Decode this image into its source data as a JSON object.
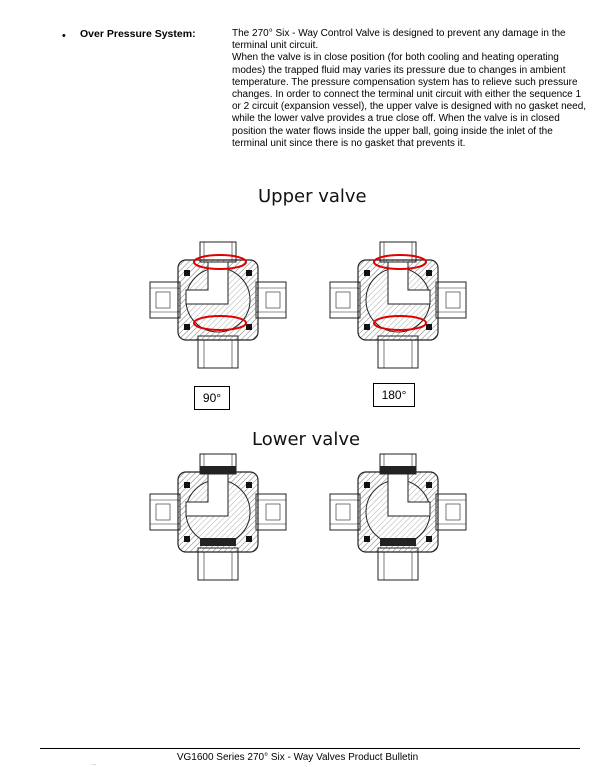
{
  "bullet": {
    "label": "Over Pressure System:",
    "paragraph1": "The 270° Six - Way Control Valve is designed to prevent any damage in the terminal unit circuit.",
    "paragraph2": "When the valve is in close position (for both cooling and heating operating modes) the trapped fluid may varies its pressure due to changes in ambient temperature. The pressure compensation system has to relieve such pressure changes. In order to connect the terminal unit circuit with either the sequence 1 or 2 circuit (expansion vessel), the upper valve is designed with no gasket need, while the lower valve provides a true close off. When the valve is in closed position the water flows inside the upper ball, going inside the inlet of the terminal unit since there is no gasket that prevents it."
  },
  "figures": {
    "upper_title": "Upper valve",
    "lower_title": "Lower valve",
    "upper_left_angle": "90°",
    "upper_right_angle": "180°"
  },
  "colors": {
    "highlight": "#e00000",
    "hatch": "#444444"
  },
  "footer": {
    "text": "VG1600 Series 270° Six - Way Valves Product Bulletin",
    "mark": "..."
  }
}
